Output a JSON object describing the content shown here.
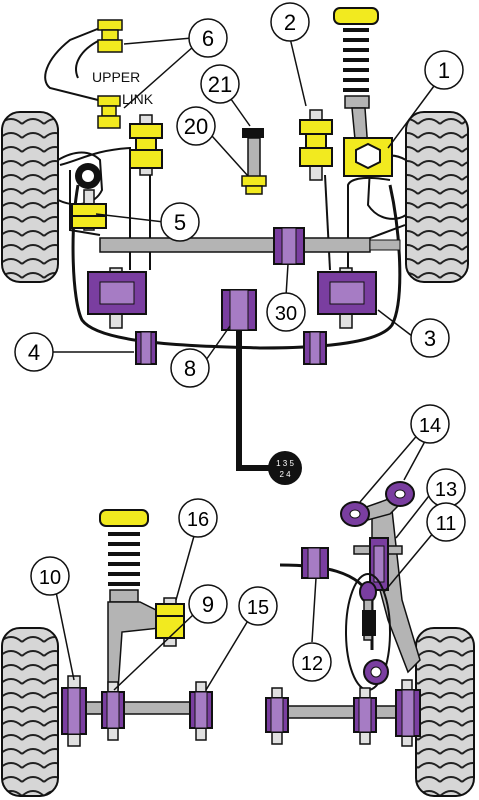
{
  "diagram": {
    "colors": {
      "bush_yellow": "#f2ea1f",
      "bush_purple": "#7a3ea0",
      "bush_purple_light": "#a67cc4",
      "metal_grey": "#b4b4b4",
      "metal_dark": "#808080",
      "tyre": "#d6d6d6",
      "outline": "#111111"
    },
    "callouts": [
      {
        "number": "6"
      },
      {
        "number": "2"
      },
      {
        "number": "1"
      },
      {
        "number": "21"
      },
      {
        "number": "20"
      },
      {
        "number": "5"
      },
      {
        "number": "30"
      },
      {
        "number": "3"
      },
      {
        "number": "4"
      },
      {
        "number": "8"
      },
      {
        "number": "14"
      },
      {
        "number": "13"
      },
      {
        "number": "11"
      },
      {
        "number": "16"
      },
      {
        "number": "10"
      },
      {
        "number": "9"
      },
      {
        "number": "15"
      },
      {
        "number": "12"
      }
    ],
    "labels": {
      "upper": "UPPER",
      "link": "LINK",
      "gear_top": "1 3 5",
      "gear_bottom": "2 4"
    }
  }
}
